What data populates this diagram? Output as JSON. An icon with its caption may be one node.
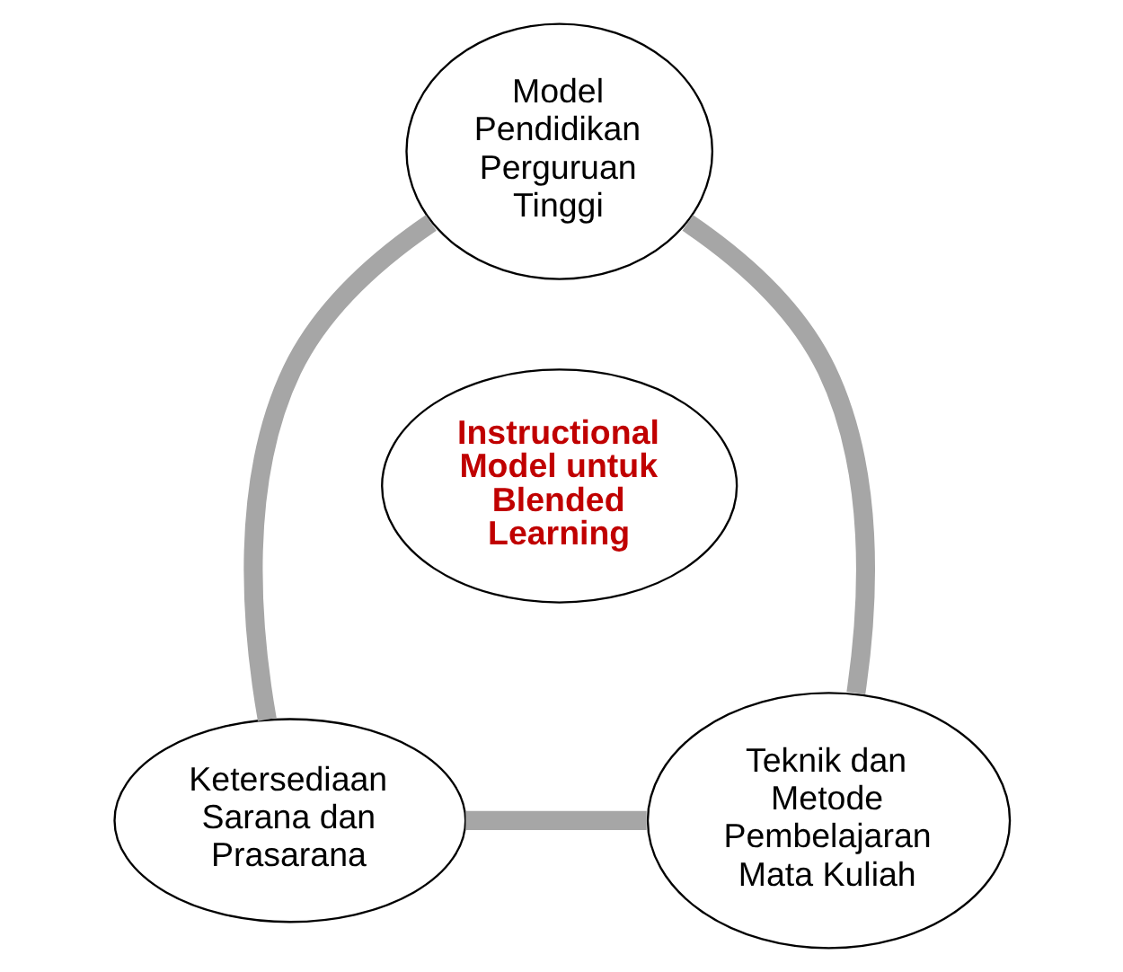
{
  "diagram": {
    "nodes": [
      {
        "text": [
          "Model Pendidikan Perguruan Tinggi"
        ]
      },
      {
        "text": [
          "Instructional Model untuk Blended Learning"
        ]
      },
      {
        "text": [
          "Ketersediaan Sarana dan Prasarana"
        ]
      },
      {
        "text": [
          "Teknik dan Metode Pembelajaran Mata Kuliah"
        ]
      }
    ],
    "edges": [
      {
        "from": 0,
        "to": 2,
        "arrow": "none"
      },
      {
        "from": 2,
        "to": 3,
        "arrow": "none"
      },
      {
        "from": 3,
        "to": 0,
        "arrow": "none"
      }
    ]
  }
}
